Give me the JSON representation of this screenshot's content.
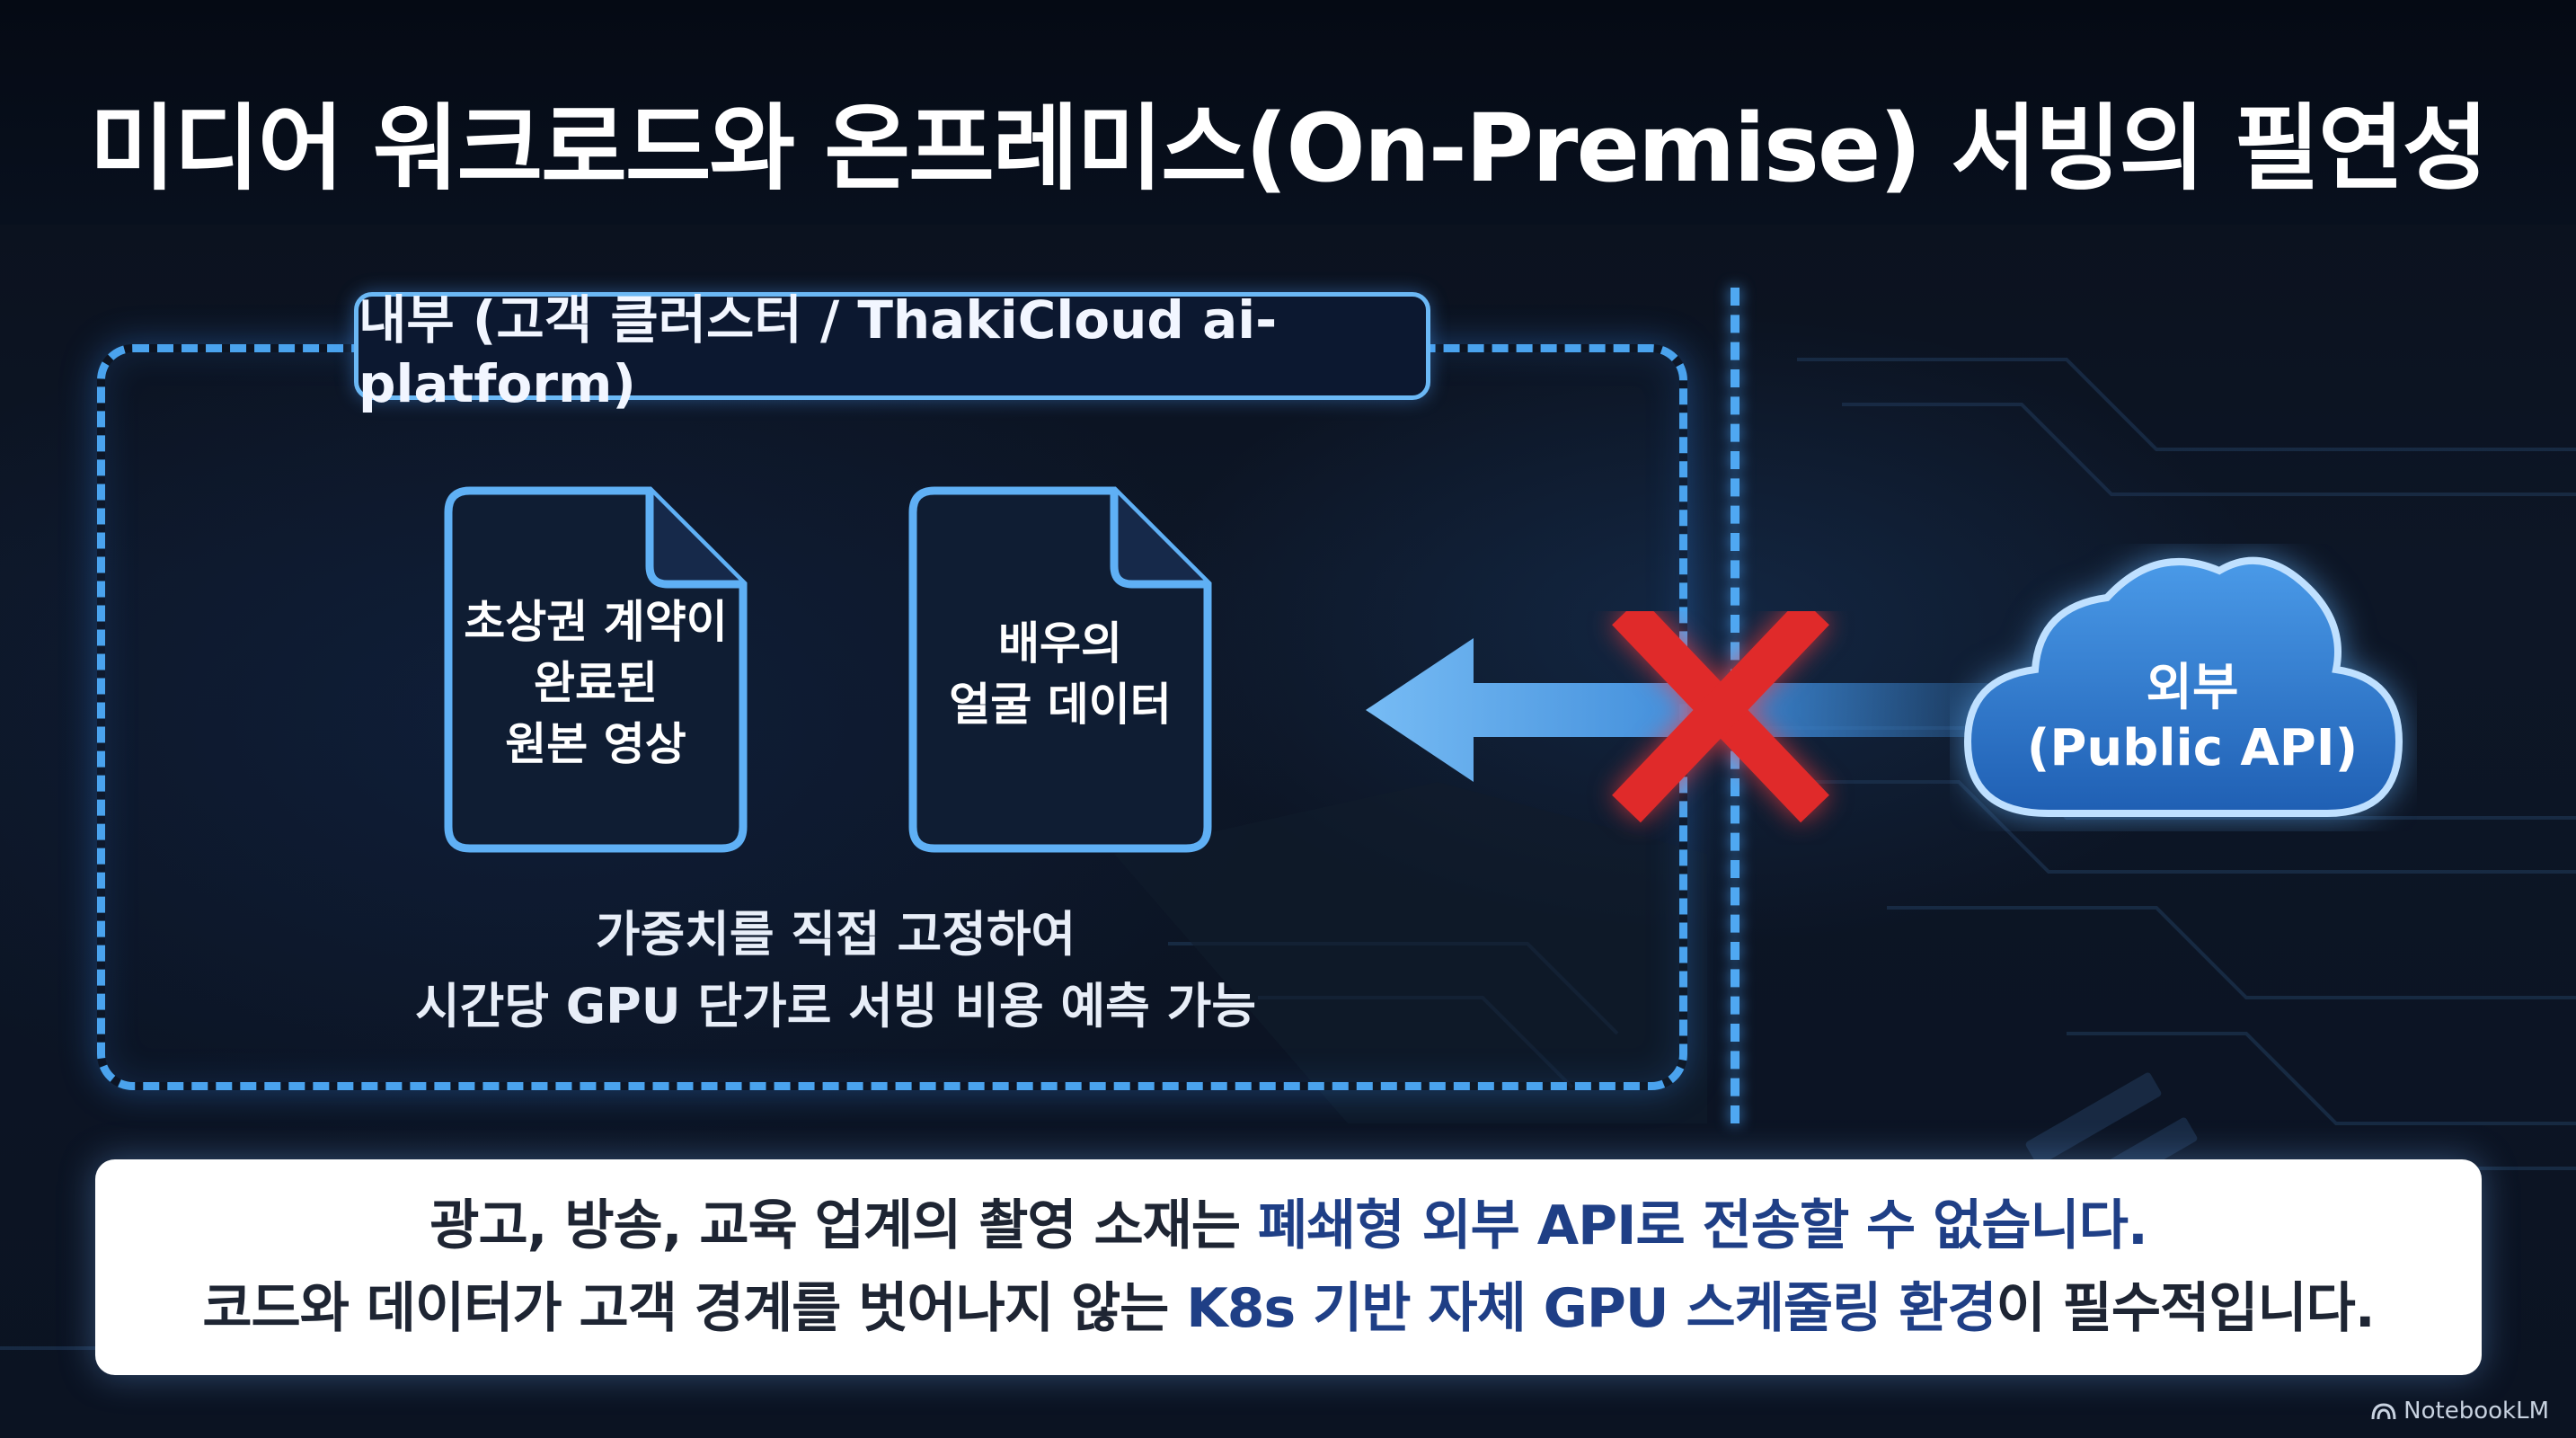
{
  "title": "미디어 워크로드와 온프레미스(On-Premise) 서빙의 필연성",
  "internal": {
    "label": "내부 (고객 클러스터 / ThakiCloud ai-platform)",
    "documents": [
      {
        "lines": [
          "초상권 계약이",
          "완료된",
          "원본 영상"
        ]
      },
      {
        "lines": [
          "배우의",
          "얼굴 데이터"
        ]
      }
    ],
    "caption_line1": "가중치를 직접 고정하여",
    "caption_line2": "시간당 GPU 단가로 서빙 비용 예측 가능"
  },
  "external": {
    "line1": "외부",
    "line2": "(Public API)"
  },
  "bottom": {
    "line1_a": "광고, 방송, 교육 업계의 촬영 소재는 ",
    "line1_b": "폐쇄형 외부 API로 전송할 수 없습니다.",
    "line2_a": "코드와 데이터가 고객 경계를 벗어나지 않는 ",
    "line2_b": "K8s 기반 자체 GPU 스케줄링 환경",
    "line2_c": "이 필수적입니다."
  },
  "brand": "NotebookLM",
  "colors": {
    "accent": "#4aa3ee",
    "block": "#e02a2a",
    "highlight": "#1f3f86"
  }
}
